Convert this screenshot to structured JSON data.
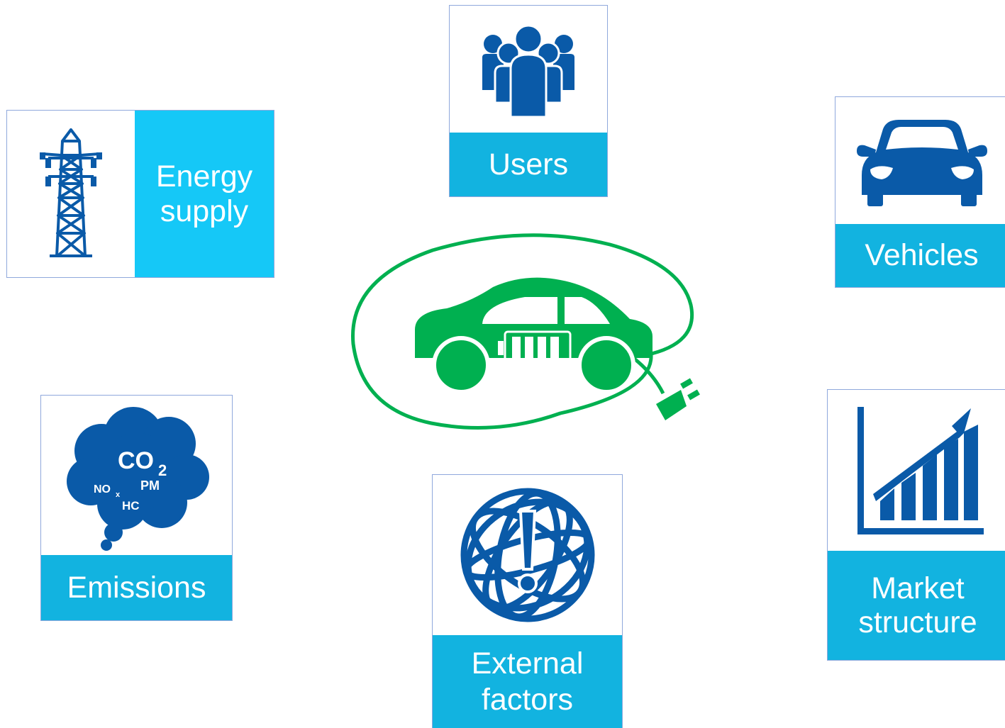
{
  "nodes": {
    "users": {
      "label": "Users",
      "icon": "people-group-icon"
    },
    "energy": {
      "line1": "Energy",
      "line2": "supply",
      "icon": "power-pylon-icon"
    },
    "vehicles": {
      "label": "Vehicles",
      "icon": "car-front-icon"
    },
    "emissions": {
      "label": "Emissions",
      "icon": "emission-cloud-icon",
      "cloud_text": {
        "co": "CO",
        "co_sub": "2",
        "no": "NO",
        "no_sub": "x",
        "pm": "PM",
        "hc": "HC"
      }
    },
    "external": {
      "line1": "External",
      "line2": "factors",
      "icon": "globe-exclamation-icon"
    },
    "market": {
      "line1": "Market",
      "line2": "structure",
      "icon": "rising-bar-chart-icon"
    }
  },
  "center": {
    "icon": "electric-car-plug-icon"
  },
  "colors": {
    "label_bg": "#12b3e0",
    "energy_bg": "#15c8f7",
    "icon_blue": "#0a5aa8",
    "ev_green": "#00b050",
    "card_border": "#8fa8dc"
  }
}
